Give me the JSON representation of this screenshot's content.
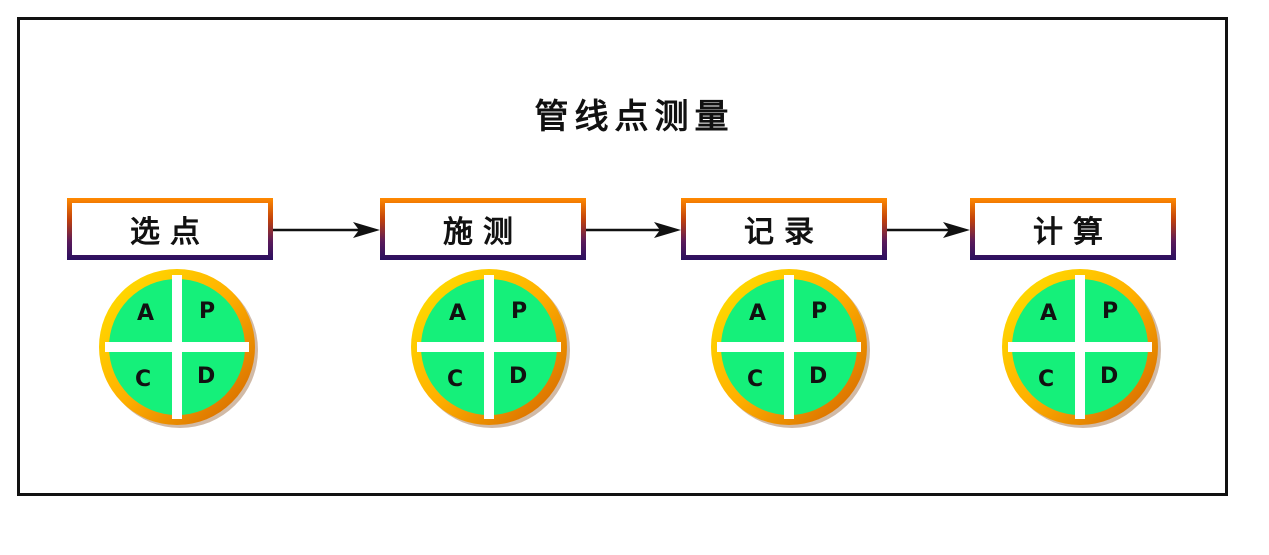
{
  "title": "管线点测量",
  "steps": [
    {
      "label": "选点"
    },
    {
      "label": "施测"
    },
    {
      "label": "记录"
    },
    {
      "label": "计算"
    }
  ],
  "wheel": {
    "quadrants": [
      "A",
      "P",
      "C",
      "D"
    ]
  },
  "colors": {
    "wheel_green": "#15f07a",
    "wheel_ring_outer": "#e07a00",
    "wheel_ring_inner": "#ffe600",
    "arrow": "#111111"
  }
}
